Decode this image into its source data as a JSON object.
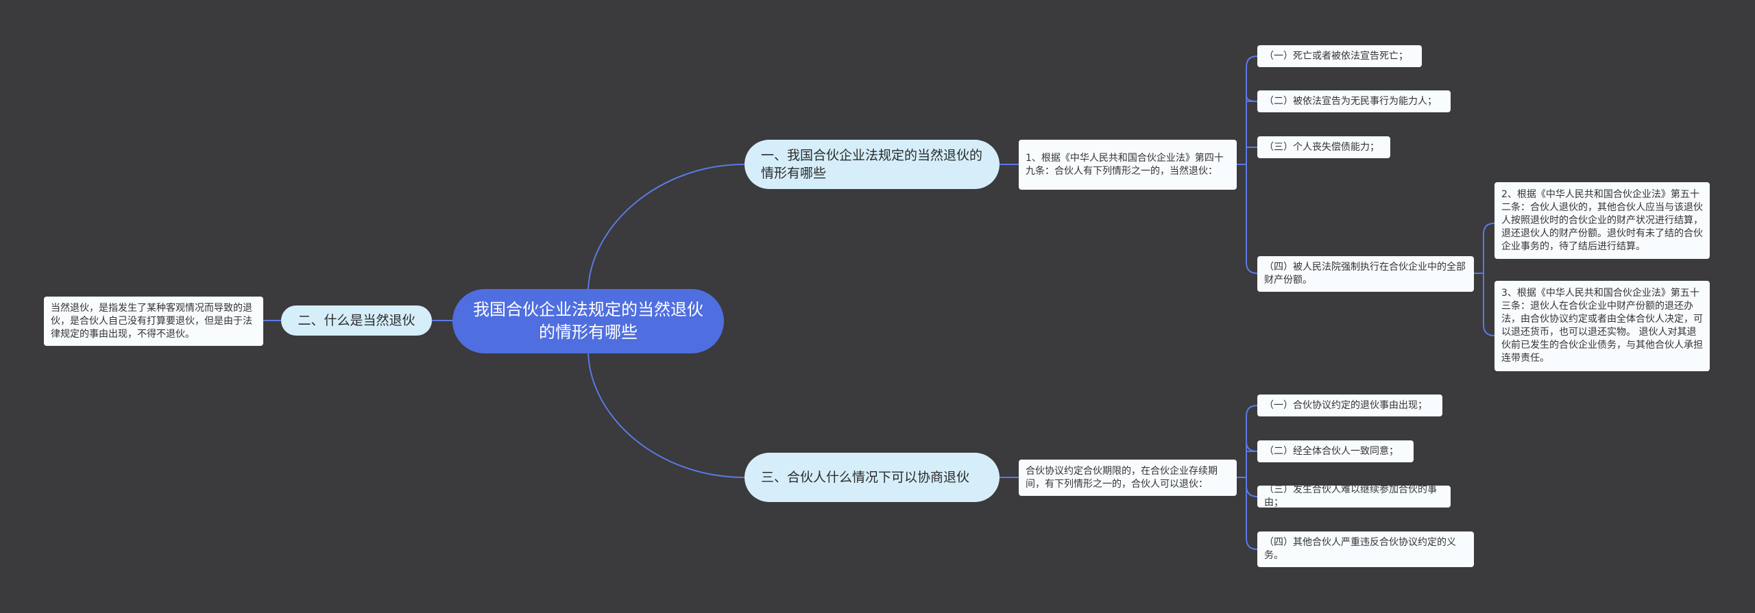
{
  "root": {
    "label": "我国合伙企业法规定的当然退伙的情形有哪些"
  },
  "branch1": {
    "label": "一、我国合伙企业法规定的当然退伙的情形有哪些",
    "clause": "1、根据《中华人民共和国合伙企业法》第四十九条：合伙人有下列情形之一的，当然退伙：",
    "items": [
      "（一）死亡或者被依法宣告死亡；",
      "（二）被依法宣告为无民事行为能力人；",
      "（三）个人丧失偿债能力；",
      "（四）被人民法院强制执行在合伙企业中的全部财产份额。"
    ],
    "sub_notes": [
      "2、根据《中华人民共和国合伙企业法》第五十二条：合伙人退伙的，其他合伙人应当与该退伙人按照退伙时的合伙企业的财产状况进行结算，退还退伙人的财产份额。退伙时有未了结的合伙企业事务的，待了结后进行结算。",
      "3、根据《中华人民共和国合伙企业法》第五十三条：退伙人在合伙企业中财产份额的退还办法，由合伙协议约定或者由全体合伙人决定，可以退还货币，也可以退还实物。 退伙人对其退伙前已发生的合伙企业债务，与其他合伙人承担连带责任。"
    ]
  },
  "branch2": {
    "label": "二、什么是当然退伙",
    "note": "当然退伙，是指发生了某种客观情况而导致的退伙，是合伙人自己没有打算要退伙，但是由于法律规定的事由出现，不得不退伙。"
  },
  "branch3": {
    "label": "三、合伙人什么情况下可以协商退伙",
    "clause": "合伙协议约定合伙期限的，在合伙企业存续期间，有下列情形之一的，合伙人可以退伙：",
    "items": [
      "（一）合伙协议约定的退伙事由出现；",
      "（二）经全体合伙人一致同意；",
      "（三）发生合伙人难以继续参加合伙的事由；",
      "（四）其他合伙人严重违反合伙协议约定的义务。"
    ]
  },
  "colors": {
    "background": "#3b3a3c",
    "root": "#4f6fe0",
    "branch": "#d5eefa",
    "leaf": "#f8fcfe",
    "edge": "#5a7ae6"
  }
}
